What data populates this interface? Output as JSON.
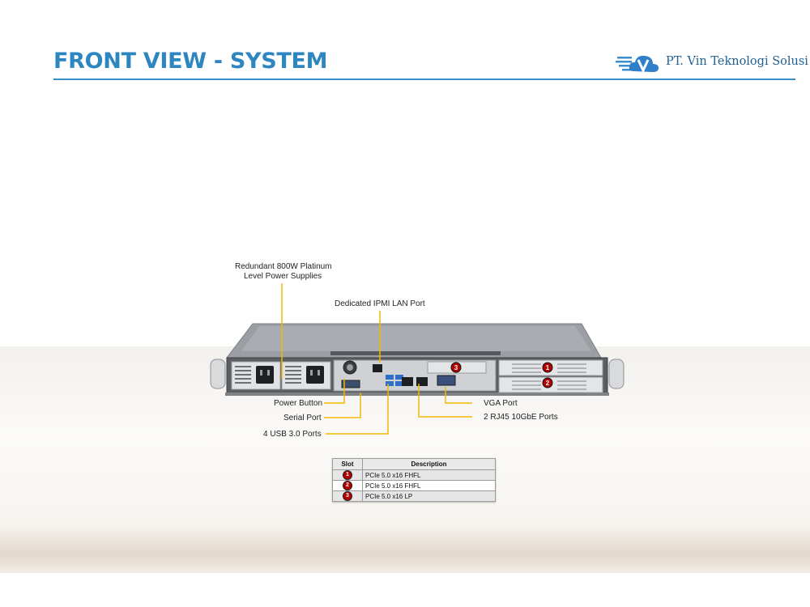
{
  "header": {
    "title": "FRONT VIEW - SYSTEM",
    "company": "PT. Vin Teknologi Solusi",
    "logo_icon": "cloud-v-logo-icon",
    "accent_color": "#2e86c1"
  },
  "callouts": {
    "power_supplies_line1": "Redundant  800W Platinum",
    "power_supplies_line2": "Level Power Supplies",
    "ipmi_lan": "Dedicated IPMI  LAN Port",
    "power_button": "Power Button",
    "serial_port": "Serial Port",
    "usb_ports": "4 USB 3.0 Ports",
    "vga_port": "VGA Port",
    "rj45_ports": "2 RJ45 10GbE Ports",
    "callout_color": "#f2b705"
  },
  "slot_markers": [
    "1",
    "2",
    "3"
  ],
  "slot_table": {
    "headers": [
      "Slot",
      "Description"
    ],
    "rows": [
      {
        "slot": "1",
        "description": "PCIe 5.0 x16 FHFL"
      },
      {
        "slot": "2",
        "description": "PCIe 5.0 x16 FHFL"
      },
      {
        "slot": "3",
        "description": "PCIe 5.0 x16 LP"
      }
    ],
    "badge_color": "#b30000"
  }
}
